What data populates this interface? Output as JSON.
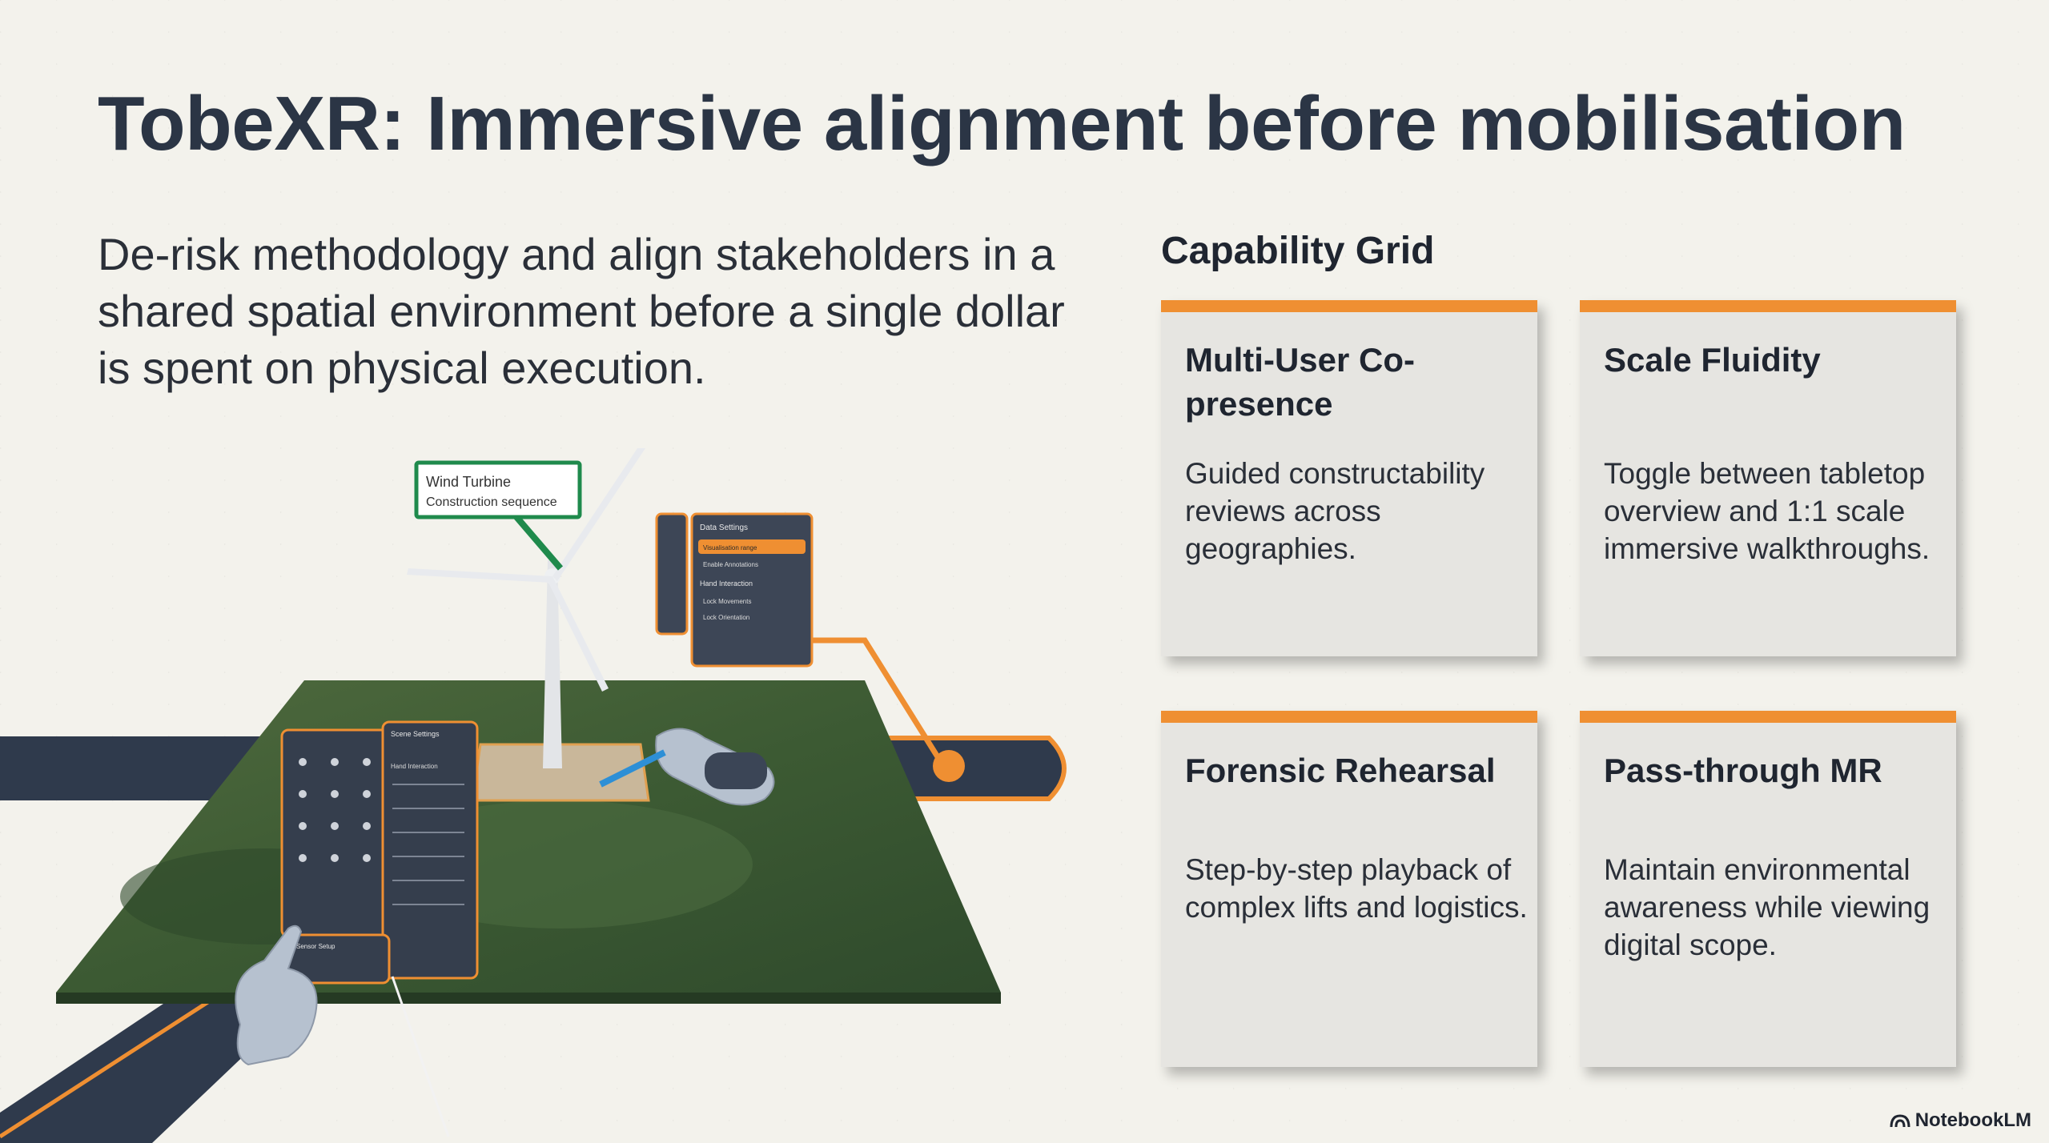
{
  "title": "TobeXR: Immersive alignment before mobilisation",
  "lead": "De-risk methodology and align stakeholders in a shared spatial environment before a single dollar is spent on physical execution.",
  "grid_title": "Capability Grid",
  "cards": [
    {
      "title": "Multi-User Co-presence",
      "body": "Guided constructability reviews across geographies."
    },
    {
      "title": "Scale Fluidity",
      "body": "Toggle between tabletop overview and 1:1 scale immersive walkthroughs."
    },
    {
      "title": "Forensic Rehearsal",
      "body": "Step-by-step playback of complex lifts and logistics."
    },
    {
      "title": "Pass-through MR",
      "body": "Maintain environmental awareness while viewing digital scope."
    }
  ],
  "callout": {
    "line1": "Wind Turbine",
    "line2": "Construction sequence"
  },
  "panel_right": {
    "header": "Data Settings",
    "item1": "Visualisation range",
    "item2": "Enable Annotations",
    "section": "Hand Interaction",
    "item3": "Lock Movements",
    "item4": "Lock Orientation"
  },
  "panel_left": {
    "header": "Scene Settings",
    "section": "Hand Interaction",
    "footer": "Sensor Setup"
  },
  "brand": "NotebookLM",
  "colors": {
    "accent": "#ef8f32",
    "navy": "#2b3545",
    "card": "#e6e5e1",
    "background": "#f3f2ec",
    "callout_green": "#1f8a4c"
  }
}
